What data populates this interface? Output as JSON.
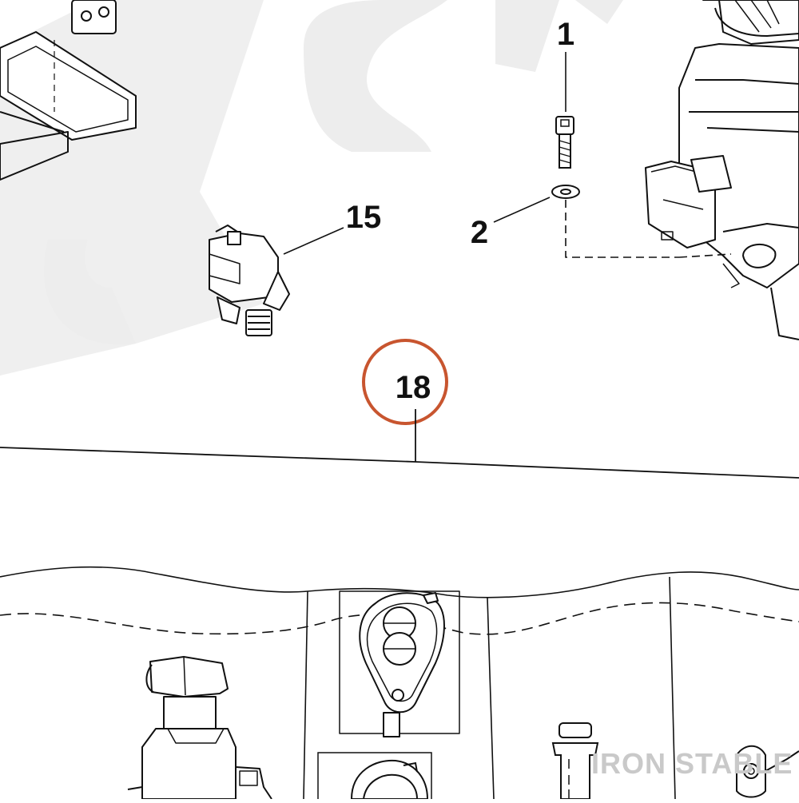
{
  "diagram": {
    "callouts": [
      {
        "id": "callout-1",
        "label": "1"
      },
      {
        "id": "callout-2",
        "label": "2"
      },
      {
        "id": "callout-15",
        "label": "15"
      },
      {
        "id": "callout-18",
        "label": "18",
        "highlighted": true
      }
    ],
    "watermark": {
      "text": "IRON STABLE"
    },
    "colors": {
      "line": "#111111",
      "highlight_circle": "#c8552f",
      "watermark_bg": "#ededed",
      "watermark_text": "#c9c9c9"
    }
  }
}
